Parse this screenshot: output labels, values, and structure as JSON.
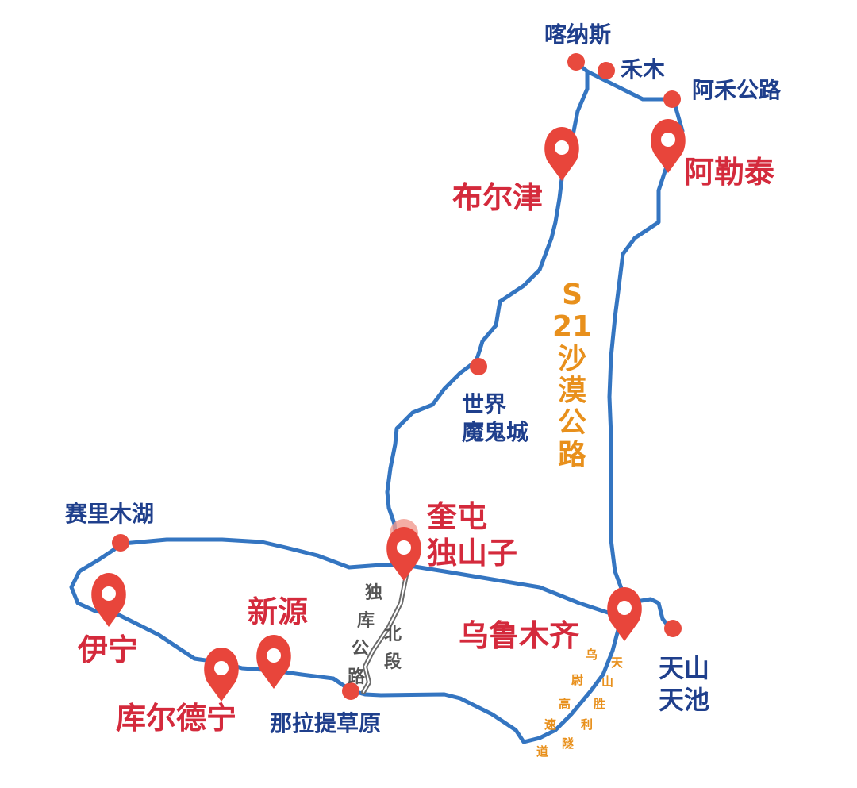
{
  "colors": {
    "route": "#3475c1",
    "route_outline": "#ffffff",
    "north_road": "#6b6b6b",
    "marker": "#e8453b",
    "marker_light": "#f19a8e",
    "dot": "#e84a3e",
    "blue_label": "#1f3f8c",
    "red_label": "#d42a3c",
    "orange_label": "#e8901c"
  },
  "labels": {
    "kanas": "喀纳斯",
    "hemu": "禾木",
    "ahe_road": "阿禾公路",
    "aletai": "阿勒泰",
    "burqin": "布尔津",
    "ghost_city_1": "世界",
    "ghost_city_2": "魔鬼城",
    "kuitun": "奎屯",
    "dushanzi": "独山子",
    "sayram": "赛里木湖",
    "yining": "伊宁",
    "xinyuan": "新源",
    "korgas": "库尔德宁",
    "nalati": "那拉提草原",
    "urumqi": "乌鲁木齐",
    "tianchi_1": "天山",
    "tianchi_2": "天池"
  },
  "s21_chars": [
    "S",
    "21",
    "沙",
    "漠",
    "公",
    "路"
  ],
  "duku_chars": [
    "独",
    "库",
    "公",
    "路"
  ],
  "north_chars": [
    "北",
    "段"
  ],
  "tunnel_left_chars": [
    "乌",
    "尉",
    "高",
    "速",
    "道"
  ],
  "tunnel_right_chars": [
    "天",
    "山",
    "胜",
    "利",
    "隧"
  ]
}
